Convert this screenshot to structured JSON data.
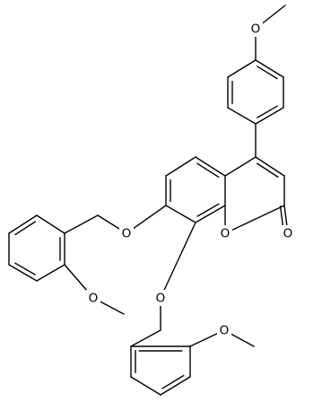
{
  "structure": {
    "atoms": {
      "o_top": "O",
      "o_left": "O",
      "o_mid": "O",
      "o_ring": "O",
      "o_carbonyl": "O",
      "o_leftmeo": "O",
      "o_botmeo": "O"
    }
  }
}
